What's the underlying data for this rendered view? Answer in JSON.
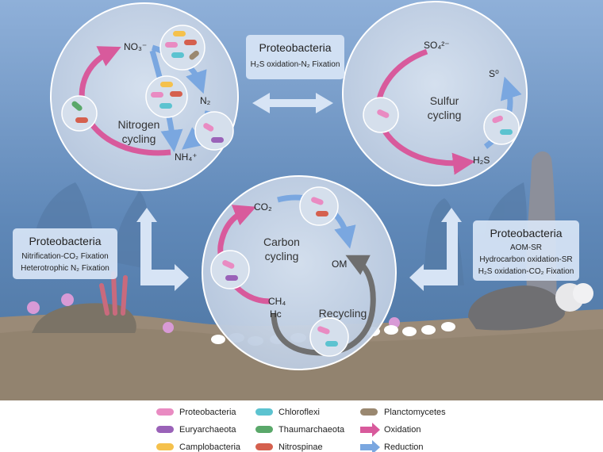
{
  "boxes": {
    "top": {
      "title": "Proteobacteria",
      "line1": "H₂S oxidation-N₂ Fixation"
    },
    "left": {
      "title": "Proteobacteria",
      "line1": "Nitrification-CO₂ Fixation",
      "line2": "Heterotrophic N₂ Fixation"
    },
    "right": {
      "title": "Proteobacteria",
      "line1": "AOM-SR",
      "line2": "Hydrocarbon oxidation-SR",
      "line3": "H₂S oxidation-CO₂ Fixation"
    }
  },
  "cycles": {
    "nitrogen": {
      "label": "Nitrogen\ncycling",
      "no3": "NO₃⁻",
      "n2": "N₂",
      "nh4": "NH₄⁺"
    },
    "sulfur": {
      "label": "Sulfur\ncycling",
      "so4": "SO₄²⁻",
      "s0": "S⁰",
      "h2s": "H₂S"
    },
    "carbon": {
      "label": "Carbon\ncycling",
      "co2": "CO₂",
      "om": "OM",
      "ch4": "CH₄",
      "hc": "Hc",
      "recycling": "Recycling"
    }
  },
  "legend": {
    "col1": [
      "Proteobacteria",
      "Euryarchaeota",
      "Camplobacteria"
    ],
    "col2": [
      "Chloroflexi",
      "Thaumarchaeota",
      "Nitrospinae"
    ],
    "col3": [
      "Planctomycetes",
      "Oxidation",
      "Reduction"
    ]
  },
  "colors": {
    "proteobacteria": "#e98bc2",
    "euryarchaeota": "#9a62b8",
    "camplobacteria": "#f5c14c",
    "chloroflexi": "#5cc3d0",
    "thaumarchaeota": "#5aa86a",
    "nitrospinae": "#d5604e",
    "planctomycetes": "#9a8870",
    "oxidation": "#d85a9c",
    "reduction": "#7aa7e0"
  }
}
